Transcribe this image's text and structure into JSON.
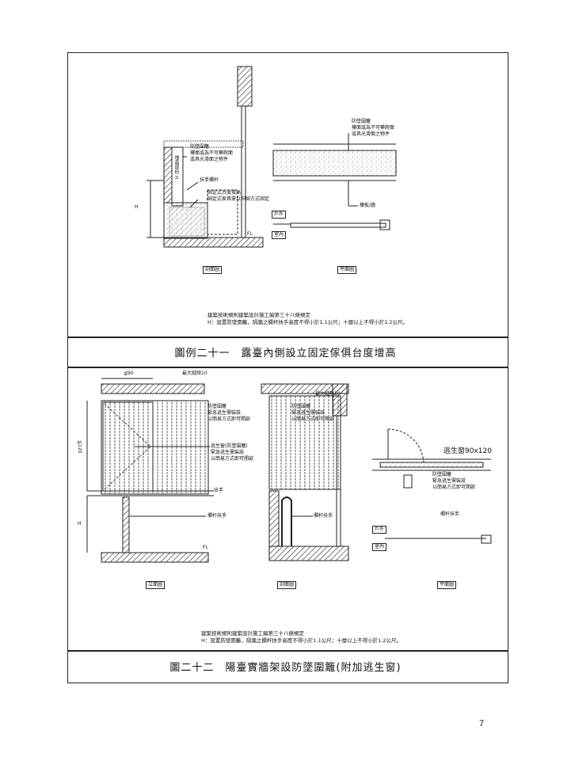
{
  "fig21": {
    "side_label": "剖面圖",
    "plan_label": "平面圖",
    "side_texts": [
      "防墜圍籬",
      "樓面或為不可攀爬面",
      "或具光滑面之物件",
      "扶手欄杆",
      "固定式台度增高",
      "固定式家具需以牢固方式固定",
      "H"
    ],
    "ramp_label": "增高部份 H",
    "fl": "FL",
    "plan_texts": [
      "防墜圍籬",
      "樓面或為不可攀爬面",
      "或具光滑面之物件",
      "樓板/牆"
    ],
    "outside": "戶外",
    "inside": "室內",
    "note_lines": [
      "建築技術規則建築設計施工編第三十八條規定",
      "H：設置防墜圍籬，隔牆之欄杆扶手高度不得小於1.1公尺；十層以上不得小於1.2公尺。"
    ],
    "caption": "圖例二十一　露臺內側設立固定傢俱台度增高"
  },
  "fig22": {
    "elev_label": "立面圖",
    "sect_label": "剖面圖",
    "plan_label": "平面圖",
    "dim_w": "≦90",
    "dim_h": "≦120",
    "dim_h2": "H",
    "gap": "最大縫隙10",
    "elev_texts": [
      "防墜圍籬",
      "緊急逃生需裝設",
      "以簡易方式即可開啟",
      "逃生窗(防墜圍籬)",
      "緊急逃生需裝設",
      "以簡易方式即可開啟",
      "扶手",
      "欄杆扶手"
    ],
    "sect_texts": [
      "防墜圍籬",
      "緊急逃生需裝設",
      "以簡易方式即可開啟",
      "欄杆扶手"
    ],
    "plan_texts": [
      "逃生窗90x120",
      "防墜圍籬",
      "緊急逃生需裝設",
      "以簡易方式即可開啟",
      "欄杆扶手"
    ],
    "outside": "戶外",
    "inside": "室內",
    "fl": "FL",
    "note_lines": [
      "建築技術規則建築設計施工編第三十八條規定",
      "H：設置防墜圍籬，隔牆之欄杆扶手高度不得小於1.1公尺；十層以上不得小於1.2公尺。"
    ],
    "caption": "圖二十二　陽臺實牆架設防墜圍籬(附加逃生窗)"
  },
  "page_number": "7"
}
